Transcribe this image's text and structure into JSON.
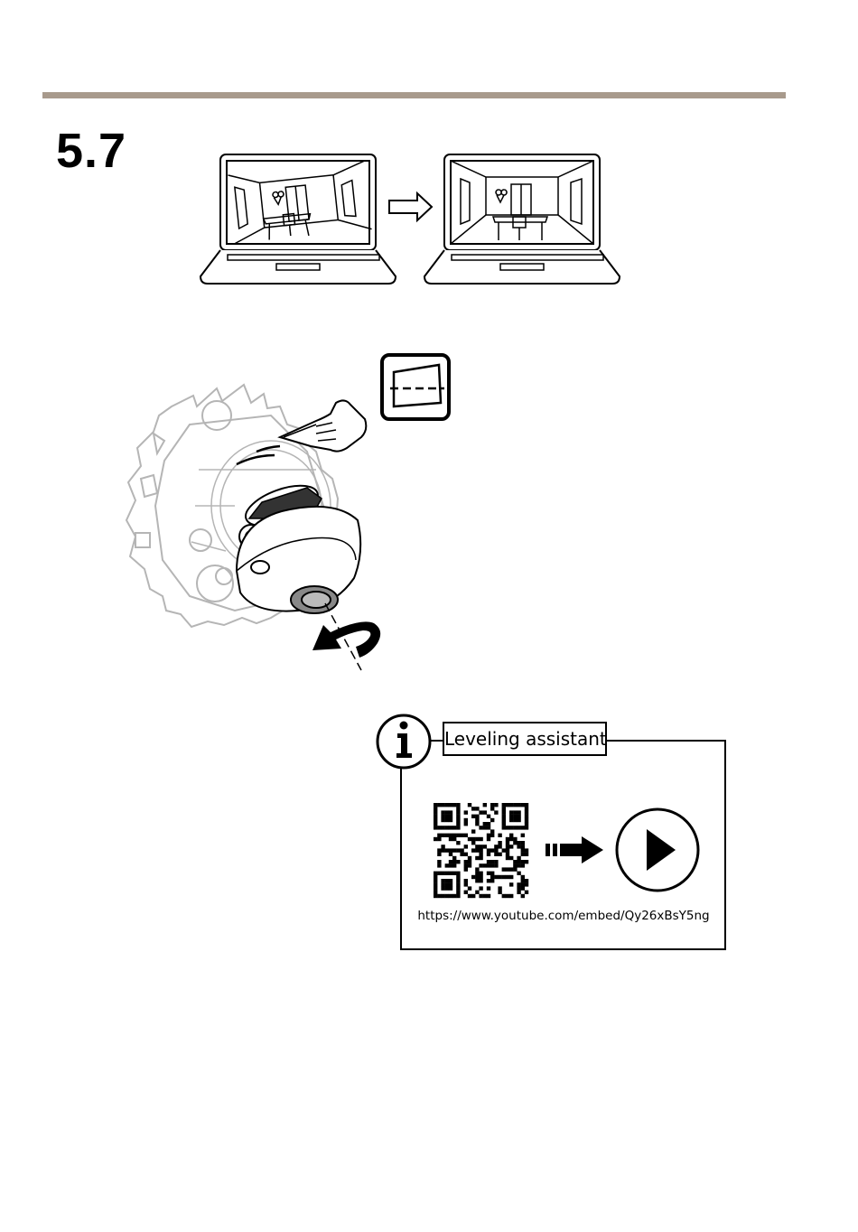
{
  "page": {
    "step_number": "5.7",
    "accent_color": "#a89a8c"
  },
  "illustration_top": {
    "icons": [
      "laptop-tilted-view-icon",
      "arrow-right-icon",
      "laptop-level-view-icon"
    ]
  },
  "illustration_middle": {
    "icons": [
      "camera-dome-rotation-icon",
      "pointing-hand-icon",
      "leveling-symbol-icon",
      "rotate-arrow-icon"
    ]
  },
  "info_box": {
    "title": "Leveling assistant",
    "url": "https://www.youtube.com/embed/Qy26xBsY5ng",
    "icons": [
      "info-icon",
      "qr-code-icon",
      "dashed-arrow-icon",
      "play-icon"
    ]
  }
}
